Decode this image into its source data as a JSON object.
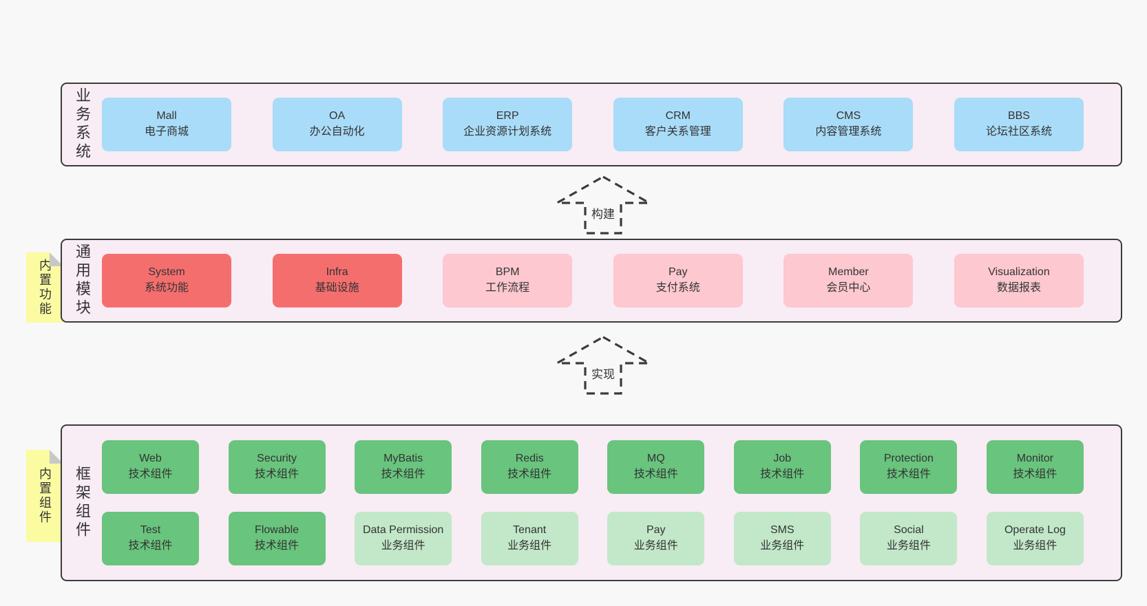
{
  "colors": {
    "page_bg": "#f8f8f8",
    "layer_bg": "#f8ecf5",
    "layer_border": "#3c3c3c",
    "blue": "#a9dcf8",
    "red": "#f56e6e",
    "pink": "#fdc8d0",
    "green": "#69c47d",
    "green_light": "#c2e8c9",
    "note_yellow": "#fbfba2",
    "note_fold": "#c8c8c8",
    "text": "#333333"
  },
  "arrows": [
    {
      "label": "构建"
    },
    {
      "label": "实现"
    }
  ],
  "layers": [
    {
      "label": "业务系统",
      "note": null,
      "rows": [
        [
          {
            "name": "Mall",
            "desc": "电子商城",
            "type": "blue"
          },
          {
            "name": "OA",
            "desc": "办公自动化",
            "type": "blue"
          },
          {
            "name": "ERP",
            "desc": "企业资源计划系统",
            "type": "blue"
          },
          {
            "name": "CRM",
            "desc": "客户关系管理",
            "type": "blue"
          },
          {
            "name": "CMS",
            "desc": "内容管理系统",
            "type": "blue"
          },
          {
            "name": "BBS",
            "desc": "论坛社区系统",
            "type": "blue"
          }
        ]
      ]
    },
    {
      "label": "通用模块",
      "note": "内置功能",
      "rows": [
        [
          {
            "name": "System",
            "desc": "系统功能",
            "type": "red"
          },
          {
            "name": "Infra",
            "desc": "基础设施",
            "type": "red"
          },
          {
            "name": "BPM",
            "desc": "工作流程",
            "type": "pink"
          },
          {
            "name": "Pay",
            "desc": "支付系统",
            "type": "pink"
          },
          {
            "name": "Member",
            "desc": "会员中心",
            "type": "pink"
          },
          {
            "name": "Visualization",
            "desc": "数据报表",
            "type": "pink"
          }
        ]
      ]
    },
    {
      "label": "框架组件",
      "note": "内置组件",
      "rows": [
        [
          {
            "name": "Web",
            "desc": "技术组件",
            "type": "green"
          },
          {
            "name": "Security",
            "desc": "技术组件",
            "type": "green"
          },
          {
            "name": "MyBatis",
            "desc": "技术组件",
            "type": "green"
          },
          {
            "name": "Redis",
            "desc": "技术组件",
            "type": "green"
          },
          {
            "name": "MQ",
            "desc": "技术组件",
            "type": "green"
          },
          {
            "name": "Job",
            "desc": "技术组件",
            "type": "green"
          },
          {
            "name": "Protection",
            "desc": "技术组件",
            "type": "green"
          },
          {
            "name": "Monitor",
            "desc": "技术组件",
            "type": "green"
          }
        ],
        [
          {
            "name": "Test",
            "desc": "技术组件",
            "type": "green"
          },
          {
            "name": "Flowable",
            "desc": "技术组件",
            "type": "green"
          },
          {
            "name": "Data Permission",
            "desc": "业务组件",
            "type": "green-light"
          },
          {
            "name": "Tenant",
            "desc": "业务组件",
            "type": "green-light"
          },
          {
            "name": "Pay",
            "desc": "业务组件",
            "type": "green-light"
          },
          {
            "name": "SMS",
            "desc": "业务组件",
            "type": "green-light"
          },
          {
            "name": "Social",
            "desc": "业务组件",
            "type": "green-light"
          },
          {
            "name": "Operate Log",
            "desc": "业务组件",
            "type": "green-light"
          }
        ]
      ]
    }
  ]
}
